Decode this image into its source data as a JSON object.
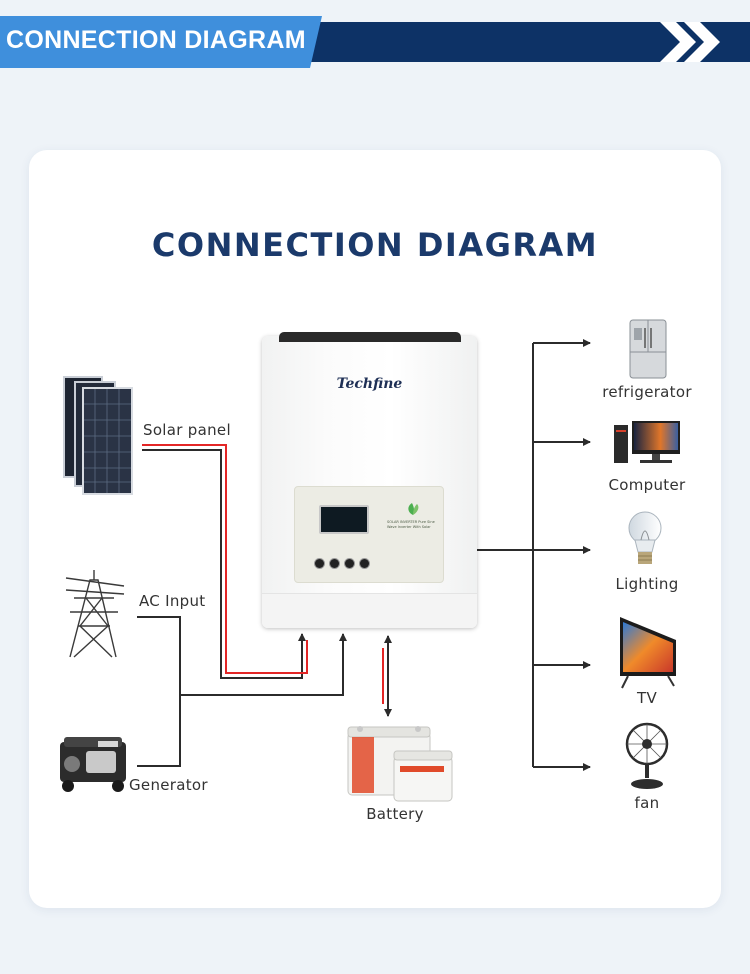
{
  "header": {
    "banner_title": "CONNECTION DIAGRAM"
  },
  "card": {
    "title": "CONNECTION DIAGRAM"
  },
  "inverter": {
    "brand": "Techfine",
    "panel_tag": "SOLAR INVERTER Pure Sine Wave Inverter With Solar"
  },
  "inputs": [
    {
      "id": "solar",
      "label": "Solar panel",
      "icon": "solar-panel-icon"
    },
    {
      "id": "ac",
      "label": "AC Input",
      "icon": "transmission-tower-icon"
    },
    {
      "id": "generator",
      "label": "Generator",
      "icon": "generator-icon"
    }
  ],
  "battery": {
    "label": "Battery",
    "icon": "battery-icon"
  },
  "outputs": [
    {
      "id": "refrigerator",
      "label": "refrigerator",
      "icon": "refrigerator-icon"
    },
    {
      "id": "computer",
      "label": "Computer",
      "icon": "computer-icon"
    },
    {
      "id": "lighting",
      "label": "Lighting",
      "icon": "light-bulb-icon"
    },
    {
      "id": "tv",
      "label": "TV",
      "icon": "tv-icon"
    },
    {
      "id": "fan",
      "label": "fan",
      "icon": "fan-icon"
    }
  ],
  "colors": {
    "banner_dark": "#0d3266",
    "banner_light": "#3f8fdc",
    "title": "#1b3a6b",
    "wire": "#2b2b2b",
    "wire_red": "#e32626",
    "background": "#eef3f8"
  }
}
